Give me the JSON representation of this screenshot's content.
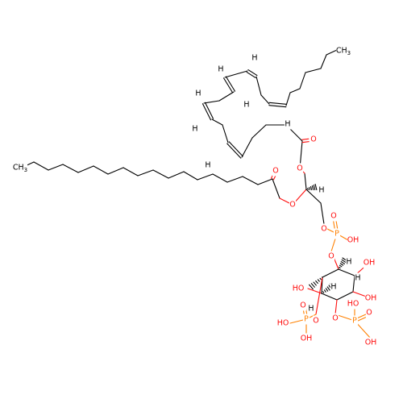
{
  "molecule": {
    "labels": {
      "hydrogen": "H",
      "oxygen": "O",
      "phosphorus": "P",
      "hydroxyl": "OH",
      "hydroxyl_left": "HO",
      "methyl": "CH",
      "methyl_subscript": "3"
    },
    "colors": {
      "carbon": "#000000",
      "oxygen": "#ff0d0d",
      "phosphorus": "#ff8000",
      "background": "#ffffff"
    }
  }
}
